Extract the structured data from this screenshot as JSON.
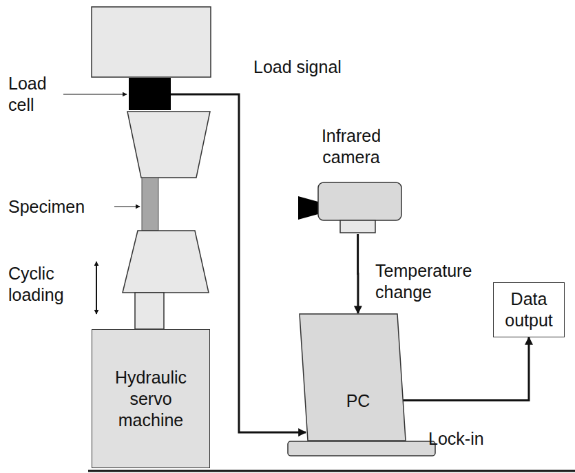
{
  "diagram": {
    "nodes": [
      {
        "text": [
          "Hydraulic servo machine"
        ]
      },
      {
        "text": [
          "Infrared camera"
        ]
      },
      {
        "text": [
          "PC"
        ]
      },
      {
        "text": [
          "Data output"
        ]
      }
    ],
    "edges": [
      {
        "from": 1,
        "to": 2,
        "arrow": "to",
        "label": "Temperature change"
      },
      {
        "from": 2,
        "to": 3,
        "arrow": "to",
        "label": "Lock-in"
      }
    ],
    "labels": [
      "Load cell",
      "Load signal",
      "Specimen",
      "Cyclic loading"
    ]
  }
}
